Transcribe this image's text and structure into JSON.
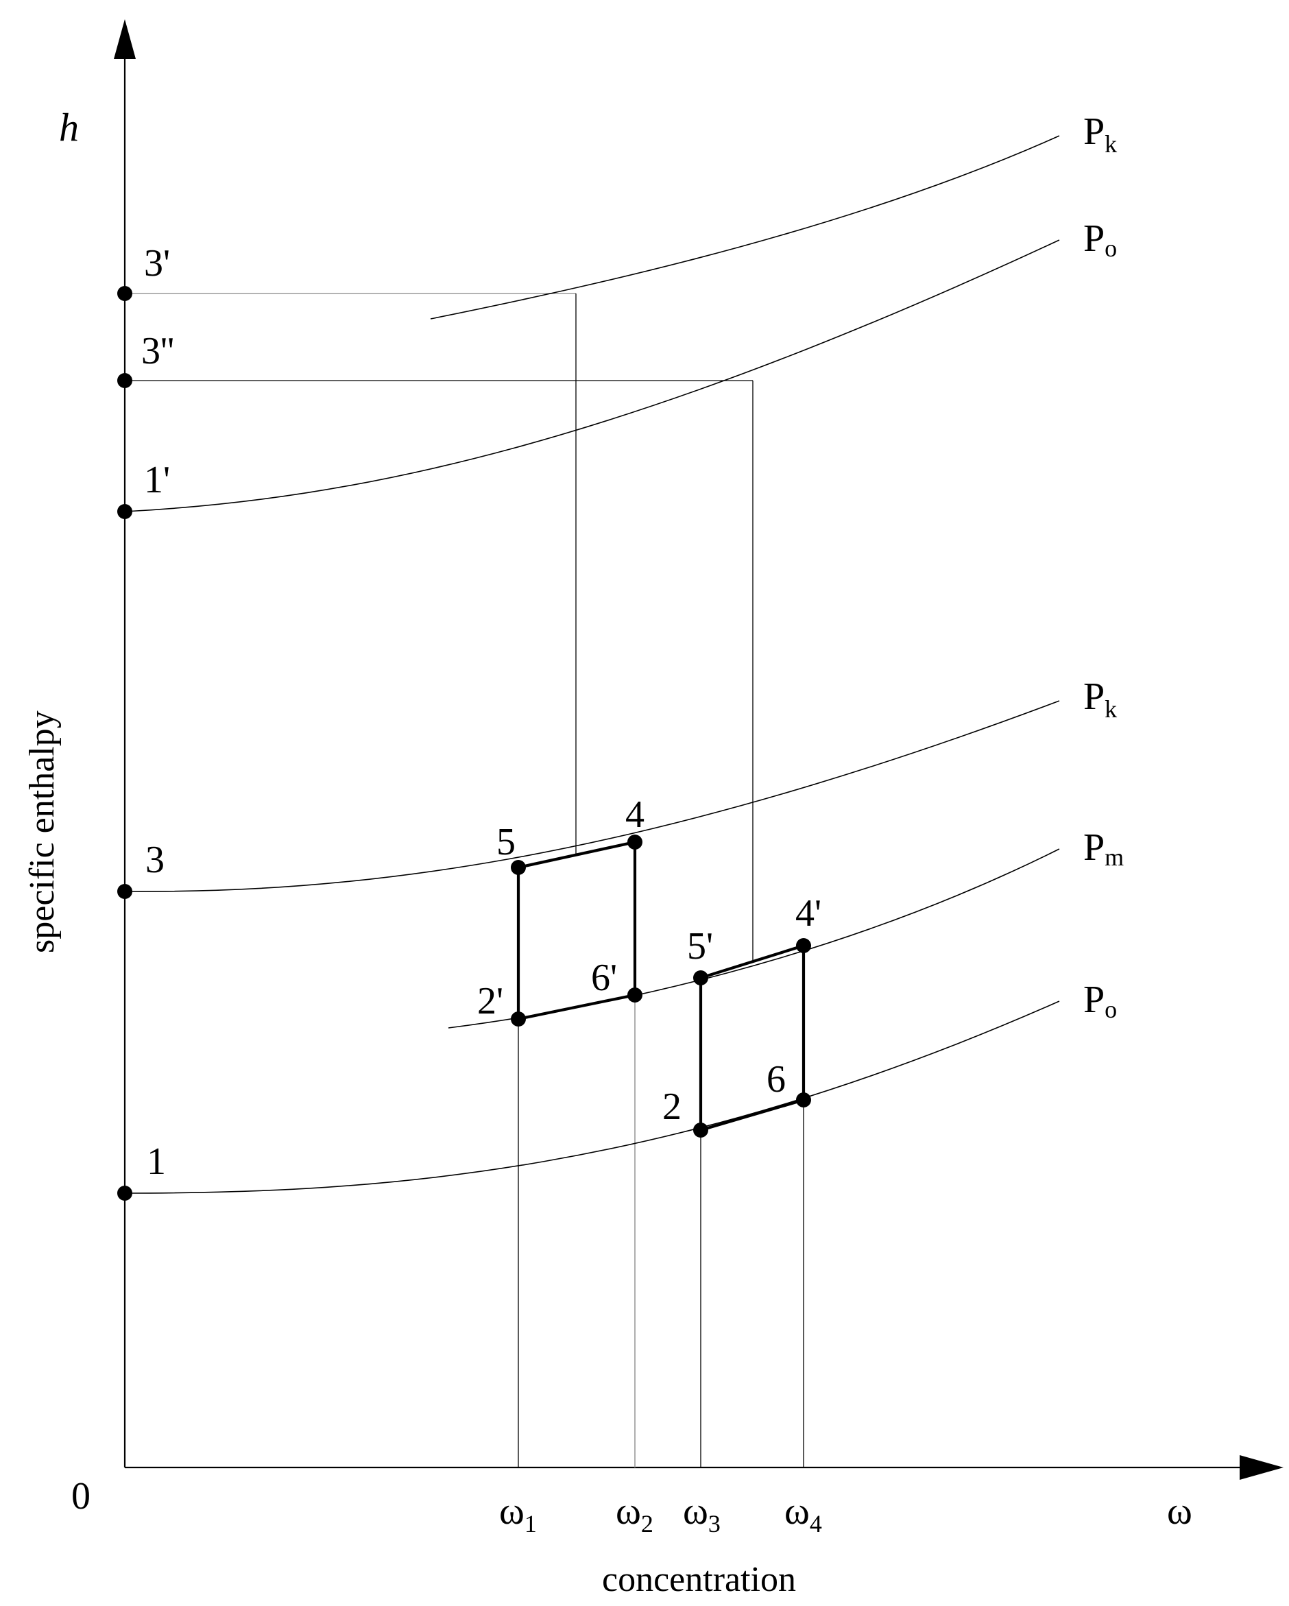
{
  "axes": {
    "y_symbol": "h",
    "y_title": "specific enthalpy",
    "x_symbol": "ω",
    "x_title": "concentration",
    "origin": "0"
  },
  "x_ticks": [
    {
      "base": "ω",
      "sub": "1"
    },
    {
      "base": "ω",
      "sub": "2"
    },
    {
      "base": "ω",
      "sub": "3"
    },
    {
      "base": "ω",
      "sub": "4"
    }
  ],
  "curves": {
    "vapour_pk": {
      "base": "P",
      "sub": "k"
    },
    "vapour_po": {
      "base": "P",
      "sub": "o"
    },
    "liquid_pk": {
      "base": "P",
      "sub": "k"
    },
    "liquid_pm": {
      "base": "P",
      "sub": "m"
    },
    "liquid_po": {
      "base": "P",
      "sub": "o"
    }
  },
  "axis_points": [
    "3'",
    "3''",
    "1'",
    "3",
    "1"
  ],
  "cycle_points": [
    "5",
    "4",
    "2'",
    "6'",
    "5'",
    "4'",
    "2",
    "6"
  ]
}
